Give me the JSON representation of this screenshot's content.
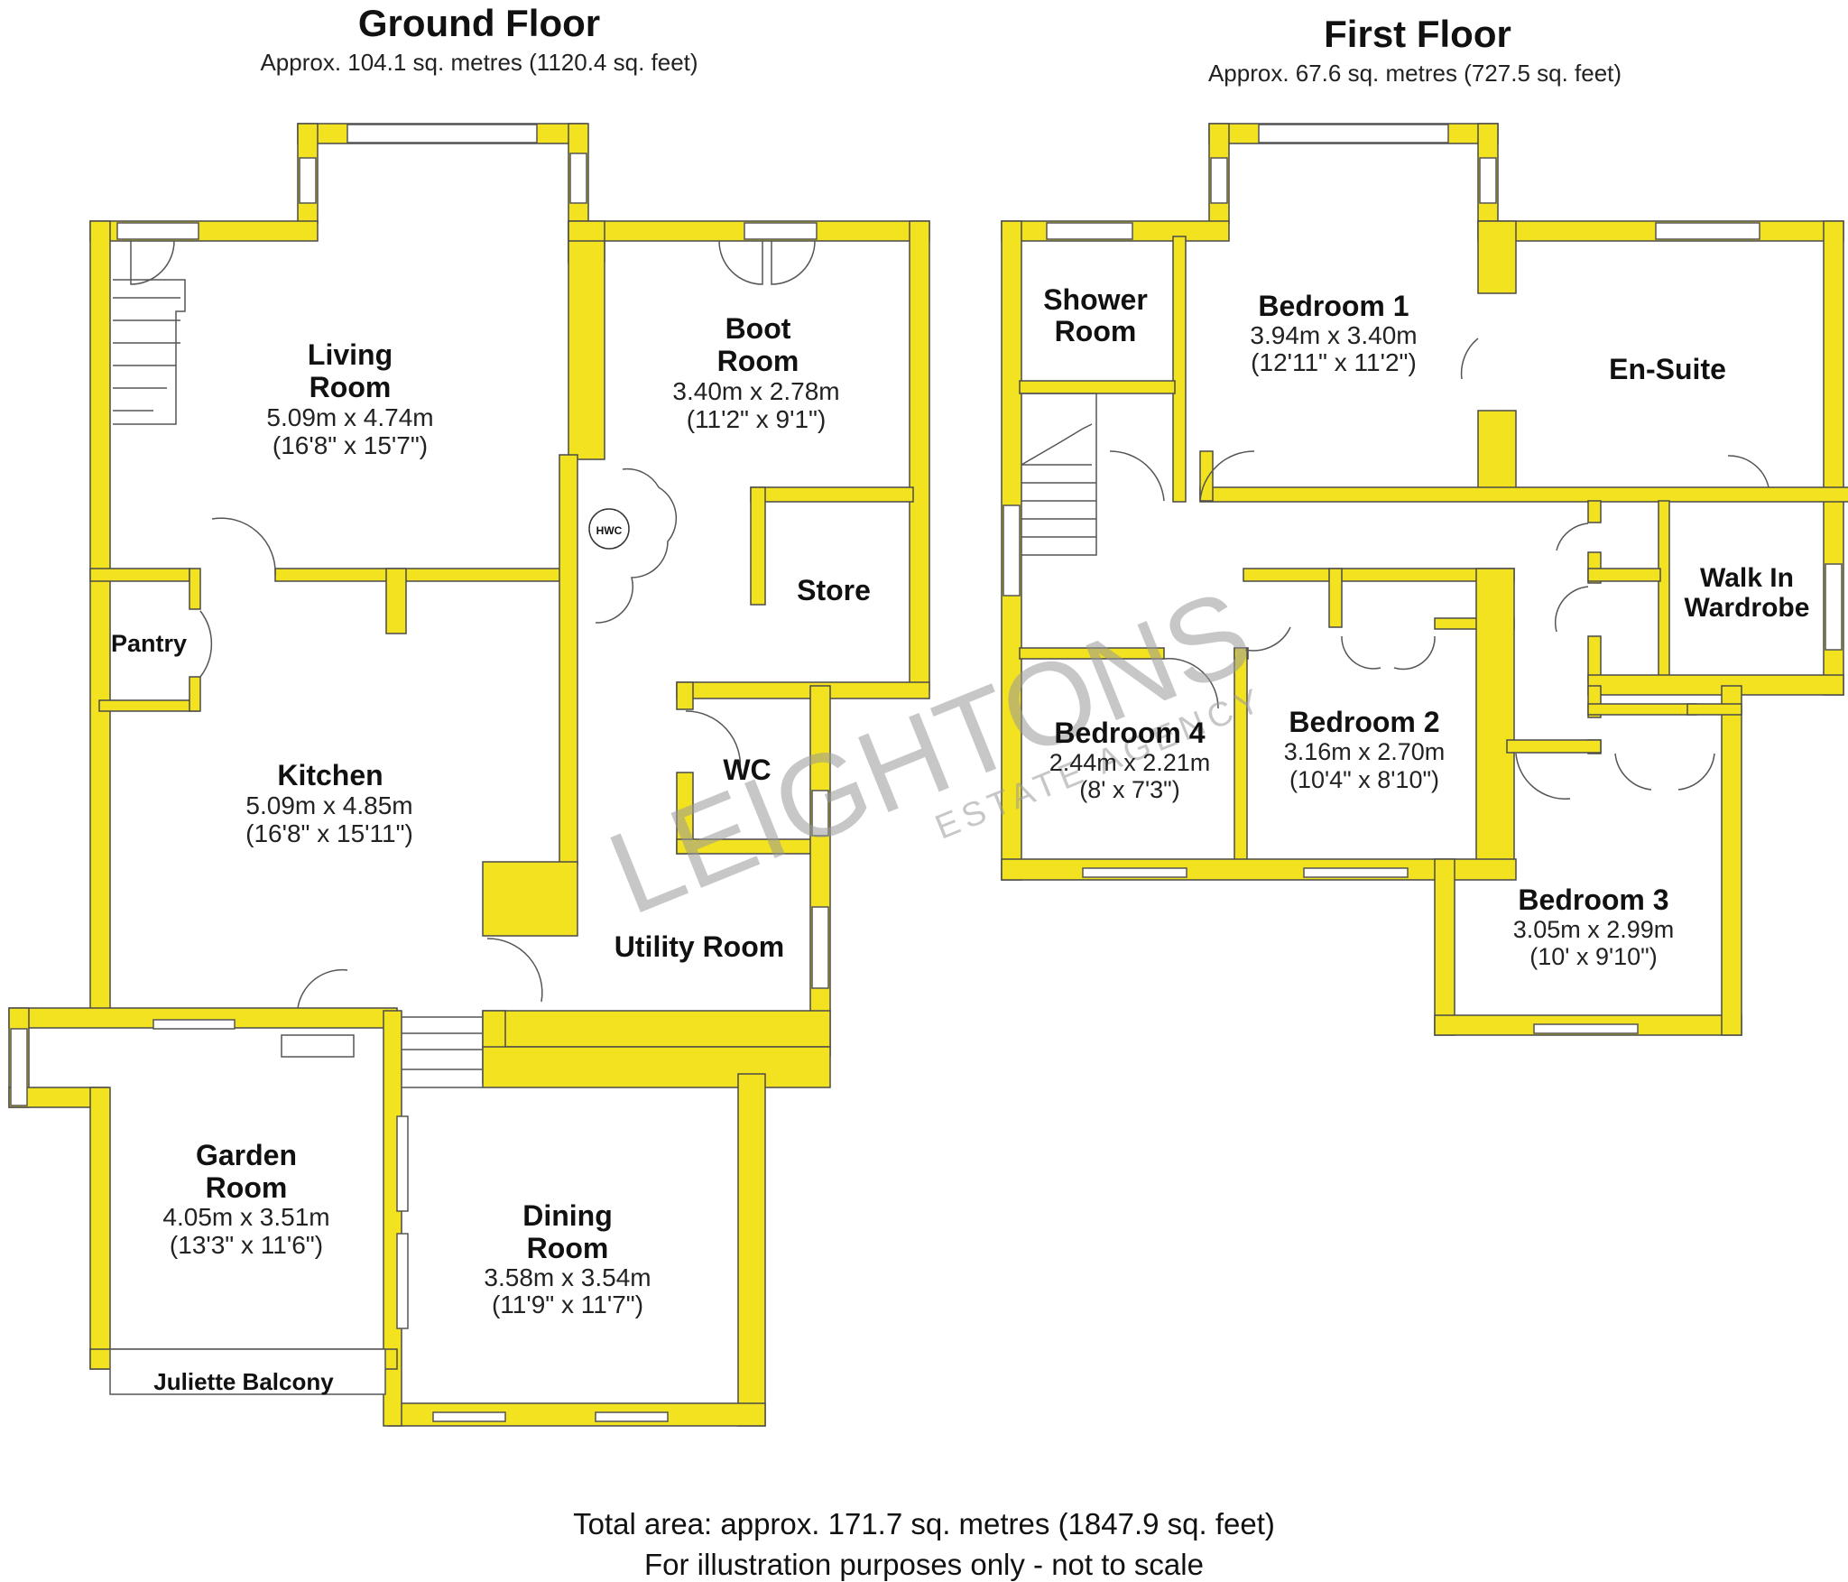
{
  "ground_floor": {
    "title": "Ground Floor",
    "area": "Approx. 104.1 sq. metres (1120.4 sq. feet)",
    "rooms": {
      "living_room": {
        "name_l1": "Living",
        "name_l2": "Room",
        "dim_m": "5.09m x 4.74m",
        "dim_ft": "(16'8\" x 15'7\")"
      },
      "boot_room": {
        "name_l1": "Boot",
        "name_l2": "Room",
        "dim_m": "3.40m x 2.78m",
        "dim_ft": "(11'2\" x 9'1\")"
      },
      "store": {
        "name": "Store"
      },
      "hwc": {
        "name": "HWC"
      },
      "pantry": {
        "name": "Pantry"
      },
      "kitchen": {
        "name": "Kitchen",
        "dim_m": "5.09m x 4.85m",
        "dim_ft": "(16'8\" x 15'11\")"
      },
      "wc": {
        "name": "WC"
      },
      "utility_room": {
        "name": "Utility Room"
      },
      "garden_room": {
        "name_l1": "Garden",
        "name_l2": "Room",
        "dim_m": "4.05m x 3.51m",
        "dim_ft": "(13'3\" x 11'6\")"
      },
      "juliette_balcony": {
        "name": "Juliette Balcony"
      },
      "dining_room": {
        "name_l1": "Dining",
        "name_l2": "Room",
        "dim_m": "3.58m x 3.54m",
        "dim_ft": "(11'9\" x 11'7\")"
      }
    }
  },
  "first_floor": {
    "title": "First Floor",
    "area": "Approx. 67.6 sq. metres (727.5 sq. feet)",
    "rooms": {
      "shower_room": {
        "name_l1": "Shower",
        "name_l2": "Room"
      },
      "bedroom_1": {
        "name": "Bedroom 1",
        "dim_m": "3.94m x 3.40m",
        "dim_ft": "(12'11\" x 11'2\")"
      },
      "en_suite": {
        "name": "En-Suite"
      },
      "walk_in_wardrobe": {
        "name_l1": "Walk In",
        "name_l2": "Wardrobe"
      },
      "bedroom_4": {
        "name": "Bedroom 4",
        "dim_m": "2.44m x 2.21m",
        "dim_ft": "(8' x 7'3\")"
      },
      "bedroom_2": {
        "name": "Bedroom 2",
        "dim_m": "3.16m x 2.70m",
        "dim_ft": "(10'4\" x 8'10\")"
      },
      "bedroom_3": {
        "name": "Bedroom 3",
        "dim_m": "3.05m x 2.99m",
        "dim_ft": "(10' x 9'10\")"
      }
    }
  },
  "watermark": {
    "main": "LEIGHTONS",
    "sub": "ESTATE AGENCY"
  },
  "footer": {
    "line1": "Total area: approx. 171.7 sq. metres (1847.9 sq. feet)",
    "line2": "For illustration purposes only - not to scale"
  },
  "colors": {
    "wall": "#f2e21f",
    "outline": "#4a4a4a",
    "window": "#ffffff"
  }
}
